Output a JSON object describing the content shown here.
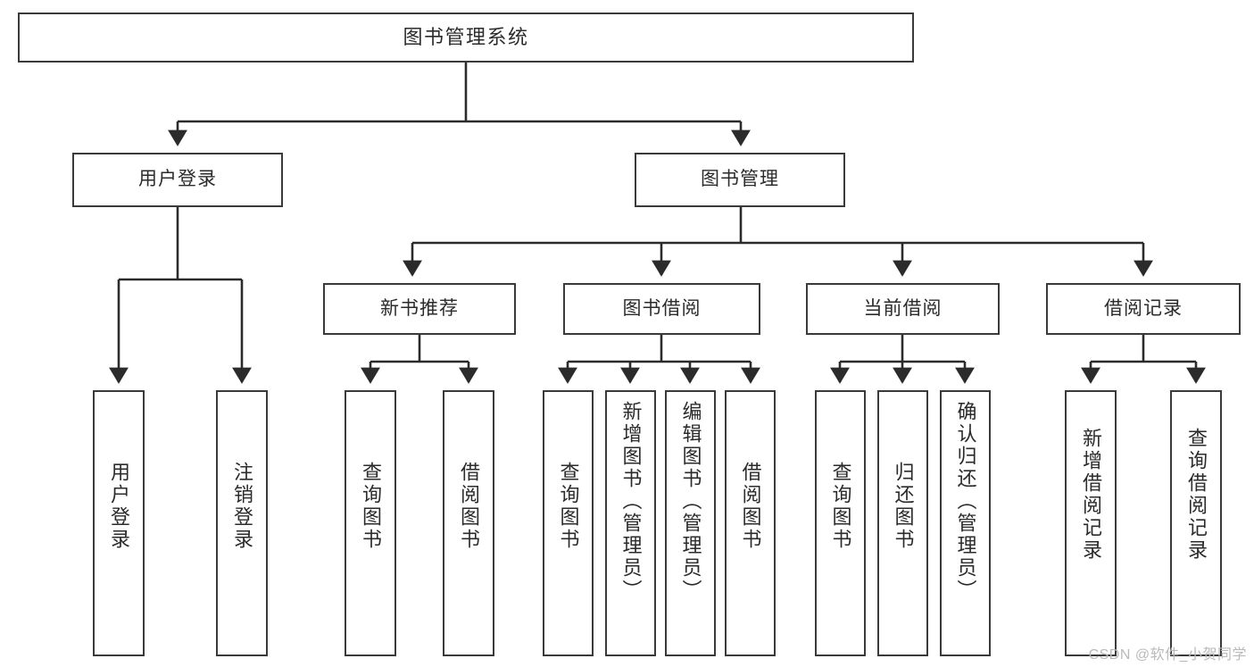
{
  "diagram": {
    "title": "图书管理系统",
    "type": "tree-hierarchy",
    "levels": 4,
    "colors": {
      "box_border": "#3a3a3a",
      "box_fill": "#ffffff",
      "edge": "#2b2b2b",
      "text": "#2b2b2b",
      "watermark": "#b9b9b9",
      "background": "#ffffff"
    },
    "root": {
      "id": "root",
      "label": "图书管理系统"
    },
    "level2": [
      {
        "id": "user-login",
        "label": "用户登录"
      },
      {
        "id": "book-manage",
        "label": "图书管理"
      }
    ],
    "level3": [
      {
        "id": "new-book-rec",
        "label": "新书推荐",
        "parent": "book-manage"
      },
      {
        "id": "book-borrow",
        "label": "图书借阅",
        "parent": "book-manage"
      },
      {
        "id": "current-borrow",
        "label": "当前借阅",
        "parent": "book-manage"
      },
      {
        "id": "borrow-record",
        "label": "借阅记录",
        "parent": "book-manage"
      }
    ],
    "leaves": [
      {
        "id": "leaf-user-login",
        "label": "用户登录",
        "parent": "user-login"
      },
      {
        "id": "leaf-logout",
        "label": "注销登录",
        "parent": "user-login"
      },
      {
        "id": "leaf-query-book-1",
        "label": "查询图书",
        "parent": "new-book-rec"
      },
      {
        "id": "leaf-borrow-book-1",
        "label": "借阅图书",
        "parent": "new-book-rec"
      },
      {
        "id": "leaf-query-book-2",
        "label": "查询图书",
        "parent": "book-borrow"
      },
      {
        "id": "leaf-add-book",
        "label": "新增图书（管理员）",
        "parent": "book-borrow"
      },
      {
        "id": "leaf-edit-book",
        "label": "编辑图书（管理员）",
        "parent": "book-borrow"
      },
      {
        "id": "leaf-borrow-book-2",
        "label": "借阅图书",
        "parent": "book-borrow"
      },
      {
        "id": "leaf-query-book-3",
        "label": "查询图书",
        "parent": "current-borrow"
      },
      {
        "id": "leaf-return-book",
        "label": "归还图书",
        "parent": "current-borrow"
      },
      {
        "id": "leaf-confirm-return",
        "label": "确认归还（管理员）",
        "parent": "current-borrow"
      },
      {
        "id": "leaf-add-record",
        "label": "新增借阅记录",
        "parent": "borrow-record"
      },
      {
        "id": "leaf-query-record",
        "label": "查询借阅记录",
        "parent": "borrow-record"
      }
    ]
  },
  "watermark": {
    "text": "CSDN @软件_小贺同学"
  }
}
